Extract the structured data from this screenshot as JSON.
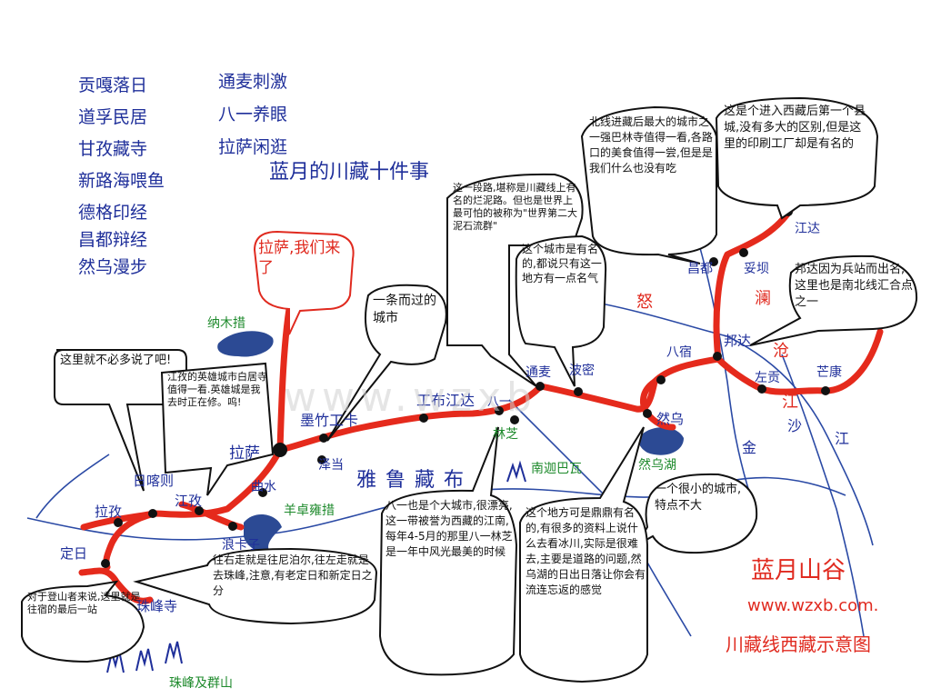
{
  "map": {
    "title": "蓝月的川藏十件事",
    "ten_things": [
      "贡嘎落日",
      "道孚民居",
      "甘孜藏寺",
      "新路海喂鱼",
      "德格印经",
      "昌都辩经",
      "然乌漫步",
      "通麦刺激",
      "八一养眼",
      "拉萨闲逛"
    ],
    "watermark": "www.wzxb",
    "credit": {
      "name": "蓝月山谷",
      "site": "www.wzxb.com.",
      "caption": "川藏线西藏示意图"
    },
    "colors": {
      "road": "#e52a1c",
      "text_blue": "#1f2f9a",
      "river": "#2b4aa5",
      "lake": "#2c4a94",
      "mountain": "#1f2f9a",
      "label_green": "#1e8a2c"
    },
    "rivers": [
      "怒",
      "澜",
      "沧",
      "江",
      "金",
      "沙",
      "江"
    ],
    "lakes": [
      "纳木措",
      "羊卓雍措",
      "然乌湖"
    ],
    "regions": [
      "雅鲁藏布",
      "南迦巴瓦"
    ],
    "mountains": [
      "珠峰及群山"
    ],
    "places": [
      "拉萨",
      "墨竹工卡",
      "工布江达",
      "八一",
      "林芝",
      "通麦",
      "波密",
      "八宿",
      "然乌",
      "邦达",
      "左贡",
      "芒康",
      "江达",
      "妥坝",
      "昌都",
      "日喀则",
      "江孜",
      "曲水",
      "浪卡子",
      "泽当",
      "拉孜",
      "定日",
      "珠峰寺"
    ],
    "callouts": {
      "lhasa": "拉萨,我们来了",
      "xigaze": "这里就不必多说了吧!",
      "gyantse": "江孜的英雄城市白居寺值得一看.英雄城是我去时正在修。呜!",
      "mozhu": "一条而过的城市",
      "tongmai": "这一段路,堪称是川藏线上有名的烂泥路。但也是世界上最可怕的被称为\"世界第二大泥石流群\"",
      "bomi": "这个城市是有名的,都说只有这一地方有一点名气",
      "changdu": "北线进藏后最大的城市之一强巴林寺值得一看,各路口的美食值得一尝,但是是我们什么也没有吃",
      "jiangda": "这是个进入西藏后第一个县城,没有多大的区别,但是这里的印刷工厂却是有名的",
      "bangda": "邦达因为兵站而出名,这里也是南北线汇合点之一",
      "baxiu": "一个很小的城市,特点不大",
      "nyingchi": "八一也是个大城市,很漂亮,这一带被誉为西藏的江南,每年4-5月的那里八一林芝是一年中风光最美的时候",
      "ranwu": "这个地方可是鼎鼎有名的,有很多的资料上说什么去看冰川,实际是很难去,主要是道路的问题,然乌湖的日出日落让你会有流连忘返的感觉",
      "dingri": "往右走就是往尼泊尔,往左走就是去珠峰,注意,有老定日和新定日之分",
      "everest": "对于登山者来说,这里就是往宿的最后一站"
    }
  }
}
